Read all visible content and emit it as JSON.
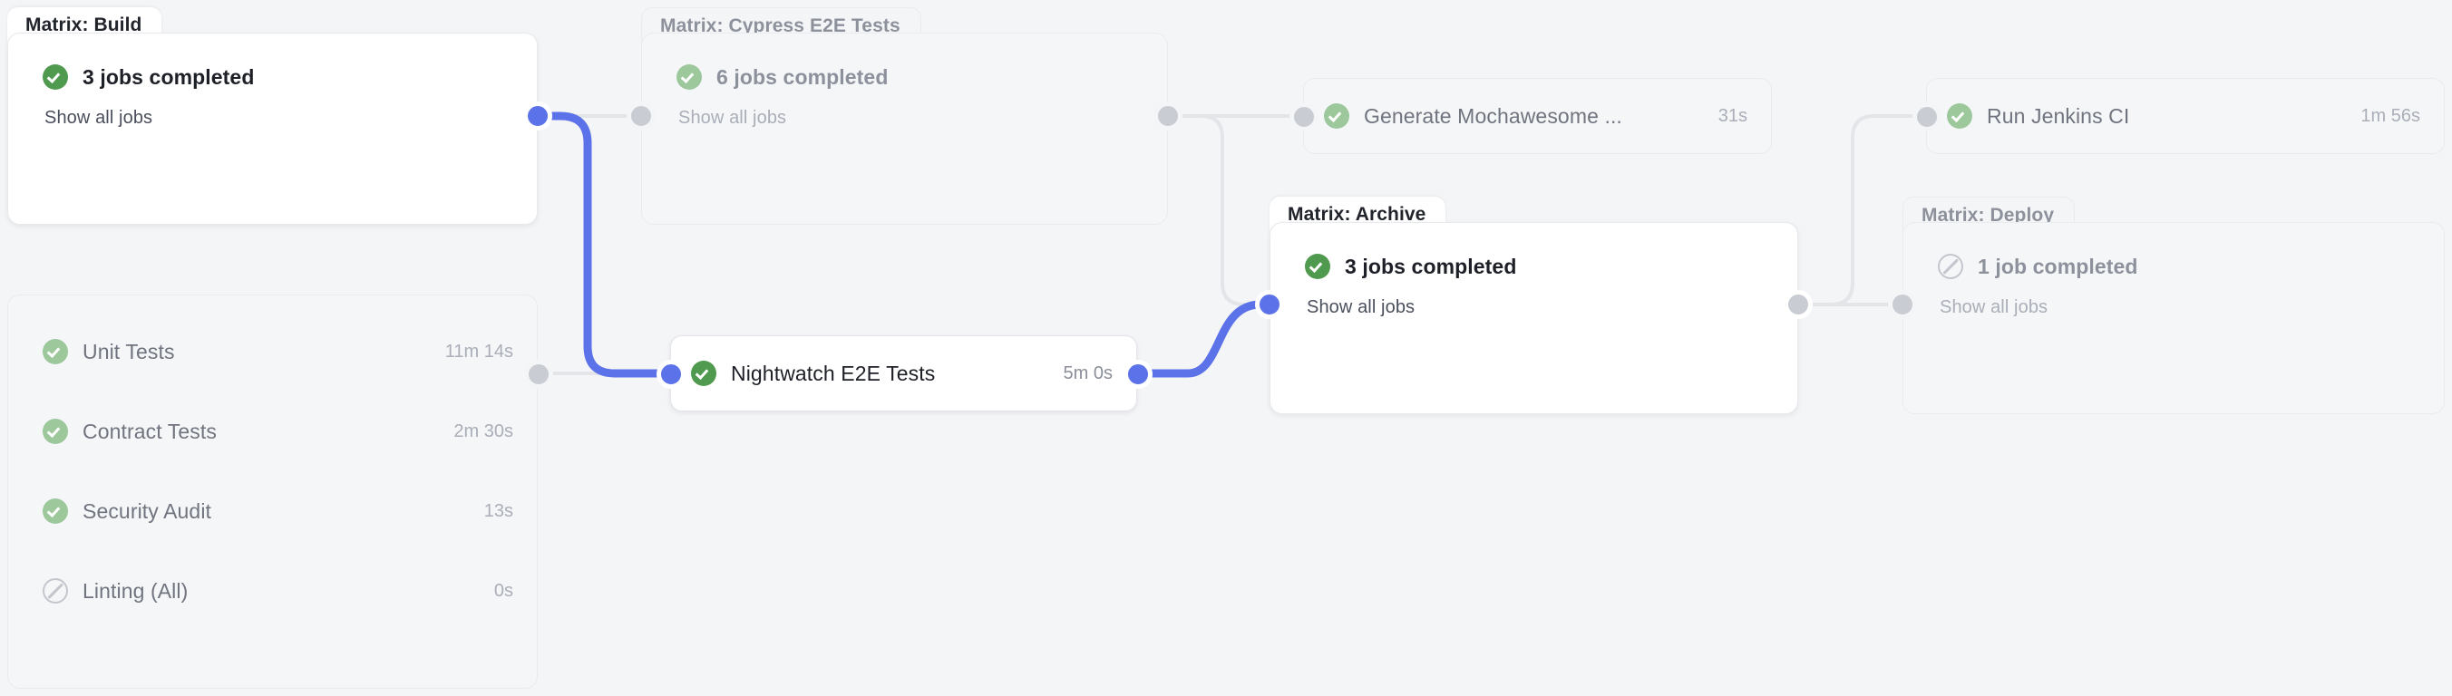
{
  "theme": {
    "background": "#f4f5f7",
    "edge_color": "#e3e5e9",
    "edge_active_color": "#5b72e8",
    "success_color": "#4f9a4f",
    "success_dim_color": "#9cc89c",
    "skipped_color": "#c3c6cd",
    "handle_color": "#c9ccd3",
    "handle_active_color": "#5b72e8"
  },
  "nodes": {
    "matrix_build": {
      "tab_label": "Matrix: Build",
      "status_icon": "success-check-icon",
      "jobs_label": "3 jobs completed",
      "show_all_label": "Show all jobs",
      "state": "active"
    },
    "matrix_cypress": {
      "tab_label": "Matrix: Cypress E2E Tests",
      "status_icon": "success-check-icon",
      "jobs_label": "6 jobs completed",
      "show_all_label": "Show all jobs",
      "state": "muted"
    },
    "matrix_archive": {
      "tab_label": "Matrix: Archive",
      "status_icon": "success-check-icon",
      "jobs_label": "3 jobs completed",
      "show_all_label": "Show all jobs",
      "state": "active"
    },
    "matrix_deploy": {
      "tab_label": "Matrix: Deploy",
      "status_icon": "skipped-icon",
      "jobs_label": "1 job completed",
      "show_all_label": "Show all jobs",
      "state": "muted"
    },
    "nightwatch": {
      "status_icon": "success-check-icon",
      "label": "Nightwatch E2E Tests",
      "duration": "5m 0s",
      "state": "active"
    },
    "mochawesome": {
      "status_icon": "success-check-icon",
      "label": "Generate Mochawesome ...",
      "duration": "31s",
      "state": "muted"
    },
    "jenkins": {
      "status_icon": "success-check-icon",
      "label": "Run Jenkins CI",
      "duration": "1m 56s",
      "state": "muted"
    }
  },
  "test_list": {
    "items": [
      {
        "status_icon": "success-check-icon",
        "label": "Unit Tests",
        "duration": "11m 14s"
      },
      {
        "status_icon": "success-check-icon",
        "label": "Contract Tests",
        "duration": "2m 30s"
      },
      {
        "status_icon": "success-check-icon",
        "label": "Security Audit",
        "duration": "13s"
      },
      {
        "status_icon": "skipped-icon",
        "label": "Linting (All)",
        "duration": "0s"
      }
    ]
  }
}
